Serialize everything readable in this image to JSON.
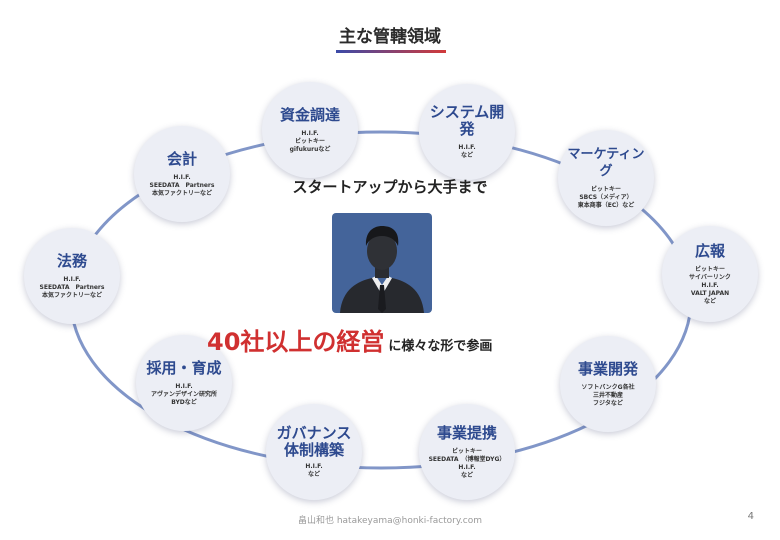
{
  "header": {
    "title": "主な管轄領域"
  },
  "center": {
    "tagline": "スタートアップから大手まで",
    "headline_big": "40社以上の経営",
    "headline_small": "に様々な形で参画"
  },
  "nodes": [
    {
      "label": "資金調達",
      "detail": "H.I.F.\nビットキー\ngifukuruなど"
    },
    {
      "label": "システム開発",
      "detail": "H.I.F.\nなど"
    },
    {
      "label": "マーケティング",
      "detail": "ビットキー\nSBCS（メディア）\n東本商事（EC）など"
    },
    {
      "label": "広報",
      "detail": "ビットキー\nサイバーリンク\nH.I.F.\nVALT JAPAN\nなど"
    },
    {
      "label": "事業開発",
      "detail": "ソフトバンクG各社\n三井不動産\nフジタなど"
    },
    {
      "label": "事業提携",
      "detail": "ビットキー\nSEEDATA　（博報堂DYG）\nH.I.F.\nなど"
    },
    {
      "label": "ガバナンス\n体制構築",
      "detail": "H.I.F.\nなど"
    },
    {
      "label": "採用・育成",
      "detail": "H.I.F.\nアヴァンデザイン研究所\nBYDなど"
    },
    {
      "label": "法務",
      "detail": "H.I.F.\nSEEDATA　Partners\n本気ファクトリーなど"
    },
    {
      "label": "会計",
      "detail": "H.I.F.\nSEEDATA　Partners\n本気ファクトリーなど"
    }
  ],
  "footer": {
    "text": "畠山和也 hatakeyama@honki-factory.com",
    "page": "4"
  },
  "colors": {
    "ring": "#8196c8",
    "node_label": "#2e4a8f",
    "headline": "#d03030",
    "avatar_bg": "#44649a"
  }
}
